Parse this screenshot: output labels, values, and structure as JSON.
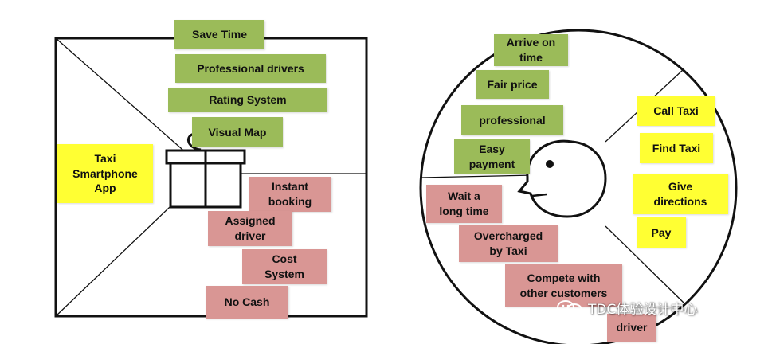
{
  "value_proposition": {
    "gain_creators": [
      "Save Time",
      "Professional drivers",
      "Rating System",
      "Visual Map"
    ],
    "products_services": [
      "Taxi\nSmartphone\nApp"
    ],
    "pain_relievers": [
      "Instant\nbooking",
      "Assigned\ndriver",
      "Cost\nSystem",
      "No Cash"
    ]
  },
  "customer_profile": {
    "gains": [
      "Arrive on\ntime",
      "Fair price",
      "professional",
      "Easy\npayment"
    ],
    "jobs": [
      "Call Taxi",
      "Find Taxi",
      "Give\ndirections",
      "Pay"
    ],
    "pains": [
      "Wait a\nlong time",
      "Overcharged\nby Taxi",
      "Compete with\nother customers",
      "driver"
    ]
  },
  "watermark": {
    "text": "TDC体验设计中心"
  },
  "colors": {
    "gain": "#9bbb59",
    "pain": "#d99694",
    "job": "#ffff33"
  },
  "icons": {
    "gift": "gift-icon",
    "face": "face-icon",
    "wechat": "wechat-icon"
  }
}
